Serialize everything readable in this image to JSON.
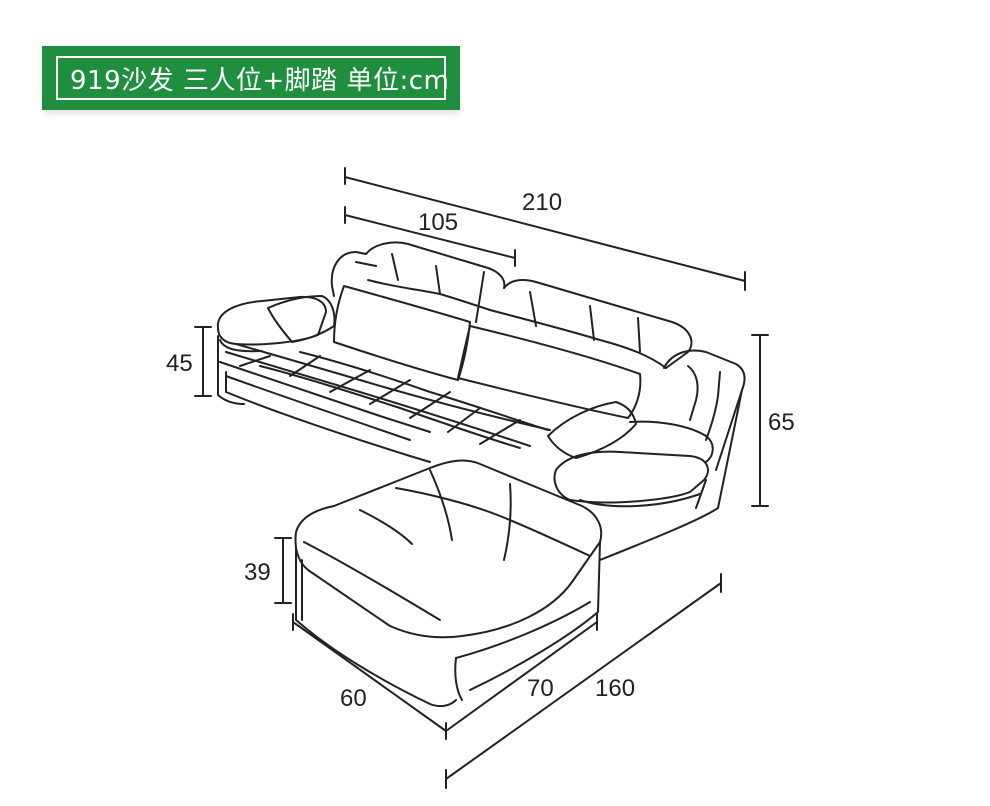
{
  "banner": {
    "title": "919沙发 三人位+脚踏 单位:cm",
    "background_color": "#1f8e3e",
    "text_color": "#ffffff"
  },
  "dimensions": {
    "width_total": "210",
    "width_half": "105",
    "seat_height": "45",
    "overall_height": "65",
    "footstool_height": "39",
    "footstool_depth": "60",
    "footstool_width": "70",
    "chaise_length": "160"
  },
  "line_color": "#222222"
}
